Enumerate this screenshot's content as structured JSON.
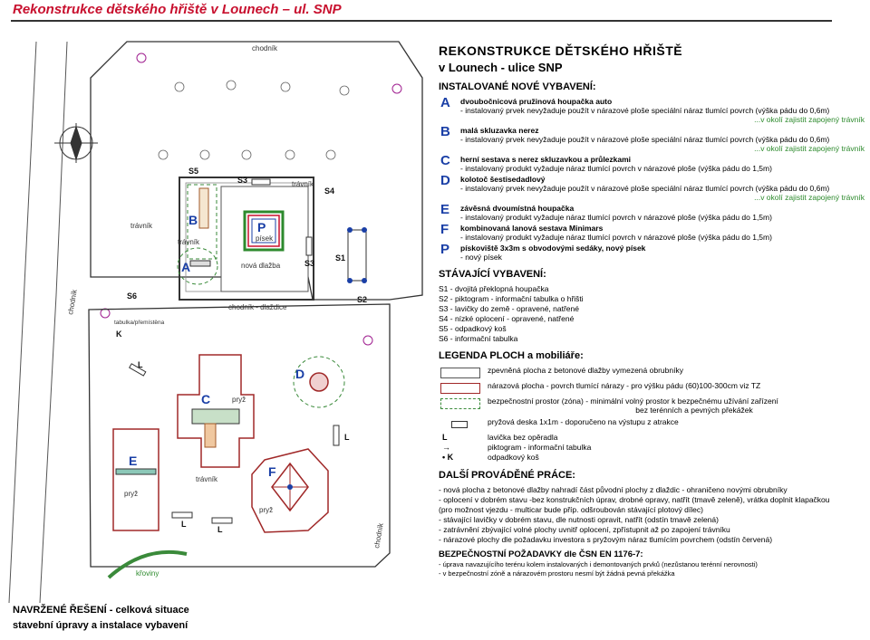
{
  "header": {
    "title": "Rekonstrukce dětského hřiště v Lounech – ul. SNP"
  },
  "plan": {
    "labels": {
      "chodnik_top": "chodník",
      "chodnik_left": "chodník",
      "chodnik_dlazdice": "chodník - dlaždice",
      "chodnik_right": "chodník",
      "travnik_left": "trávník",
      "travnik_inner": "trávník",
      "travnik_top": "trávník",
      "travnik_lower": "trávník",
      "pisek": "písek",
      "nova_dlazba": "nová dlažba",
      "pryz_c": "pryž",
      "pryz_e": "pryž",
      "pryz_f": "pryž",
      "kroviny": "křoviny",
      "tabulka": "tabulka/přemístěna"
    },
    "markers": {
      "A": "A",
      "B": "B",
      "C": "C",
      "D": "D",
      "E": "E",
      "F": "F",
      "P": "P",
      "S1": "S1",
      "S2": "S2",
      "S3a": "S3",
      "S3b": "S3",
      "S4": "S4",
      "S5": "S5",
      "S6": "S6",
      "K": "K",
      "L1": "L",
      "L2": "L",
      "L3": "L",
      "L4": "L"
    }
  },
  "legend": {
    "title1": "REKONSTRUKCE  DĚTSKÉHO HŘIŠTĚ",
    "title2": "v Lounech - ulice SNP",
    "new_heading": "INSTALOVANÉ  NOVÉ VYBAVENÍ:",
    "new_items": [
      {
        "letter": "A",
        "name": "dvoubočnicová pružinová houpačka auto",
        "desc": "- instalovaný prvek nevyžaduje použít v nárazové ploše speciální náraz tlumící povrch (výška pádu do 0,6m)",
        "note": "...v okolí zajistit zapojený trávník"
      },
      {
        "letter": "B",
        "name": "malá skluzavka nerez",
        "desc": "- instalovaný prvek nevyžaduje použít v nárazové ploše speciální náraz tlumící povrch (výška pádu do 0,6m)",
        "note": "...v okolí zajistit zapojený trávník"
      },
      {
        "letter": "C",
        "name": "herní sestava s nerez skluzavkou a průlezkami",
        "desc": "- instalovaný produkt vyžaduje náraz tlumící povrch v nárazové ploše (výška pádu do 1,5m)",
        "note": ""
      },
      {
        "letter": "D",
        "name": "kolotoč šestisedadlový",
        "desc": "- instalovaný prvek nevyžaduje použít v nárazové ploše speciální náraz tlumící povrch (výška pádu do 0,6m)",
        "note": "...v okolí zajistit zapojený trávník"
      },
      {
        "letter": "E",
        "name": "závěsná dvoumístná houpačka",
        "desc": "- instalovaný produkt vyžaduje náraz tlumící povrch v nárazové ploše (výška pádu do 1,5m)",
        "note": ""
      },
      {
        "letter": "F",
        "name": "kombinovaná lanová sestava Minimars",
        "desc": "- instalovaný produkt vyžaduje náraz tlumící povrch v nárazové ploše (výška pádu do 1,5m)",
        "note": ""
      },
      {
        "letter": "P",
        "name": "pískoviště 3x3m s obvodovými sedáky, nový písek",
        "desc": "- nový písek",
        "note": ""
      }
    ],
    "existing_heading": "STÁVAJÍCÍ VYBAVENÍ:",
    "existing_items": [
      "S1 - dvojitá překlopná houpačka",
      "S2 - piktogram - informační tabulka o hřišti",
      "S3 - lavičky do země - opravené, natřené",
      "S4 - nízké oplocení - opravené, natřené",
      "S5 - odpadkový koš",
      "S6 - informační tabulka"
    ],
    "areas_heading": "LEGENDA PLOCH a mobiliáře:",
    "areas": [
      {
        "text": "zpevněná plocha z betonové dlažby vymezená obrubníky",
        "sub": ""
      },
      {
        "text": "nárazová plocha - povrch tlumící nárazy - pro výšku pádu (60)100-300cm viz TZ",
        "sub": ""
      },
      {
        "text": "bezpečnostní prostor (zóna) - minimální volný prostor k bezpečnému užívání zařízení",
        "sub": "bez terénních a pevných překážek"
      },
      {
        "text": "pryžová deska 1x1m - doporučeno na výstupu z atrakce",
        "sub": ""
      }
    ],
    "symbols": [
      {
        "sym": "L",
        "text": "lavička bez opěradla"
      },
      {
        "sym": "→",
        "text": "piktogram - informační tabulka"
      },
      {
        "sym": "• K",
        "text": "odpadkový koš"
      }
    ],
    "works_heading": "DALŠÍ PROVÁDĚNÉ PRÁCE:",
    "works": [
      "- nová plocha z betonové dlažby nahradí část původní plochy z dlaždic - ohraničeno novými obrubníky",
      "- oplocení v dobrém stavu -bez konstrukčních úprav, drobné opravy, natřít (tmavě zeleně), vrátka doplnit klapačkou",
      "  (pro možnost vjezdu - multicar bude příp. odšroubován stávající plotový dílec)",
      "- stávající lavičky v dobrém stavu, dle nutnosti opravit, natřít (odstín tmavě zelená)",
      "- zatrávnění zbývající volné plochy uvnitř oplocení, zpřístupnit až po zapojení trávníku",
      "- nárazové plochy dle požadavku investora s pryžovým náraz tlumícím povrchem (odstín červená)"
    ],
    "safety_heading": "BEZPEČNOSTNÍ POŽADAVKY  dle ČSN EN 1176-7:",
    "safety": [
      "- úprava navazujícího terénu kolem instalovaných i demontovaných prvků (nezůstanou terénní  nerovnosti)",
      "- v bezpečnostní zóně a nárazovém prostoru nesmí být žádná pevná překážka"
    ]
  },
  "footer": {
    "line1": "NAVRŽENÉ ŘEŠENÍ - celková situace",
    "line2": "stavební úpravy a instalace vybavení"
  },
  "colors": {
    "title_red": "#c8102e",
    "letter_blue": "#1a3fa6",
    "note_green": "#2d8a2d",
    "impact_red": "#a02828",
    "zone_green": "#3a8a3a"
  }
}
